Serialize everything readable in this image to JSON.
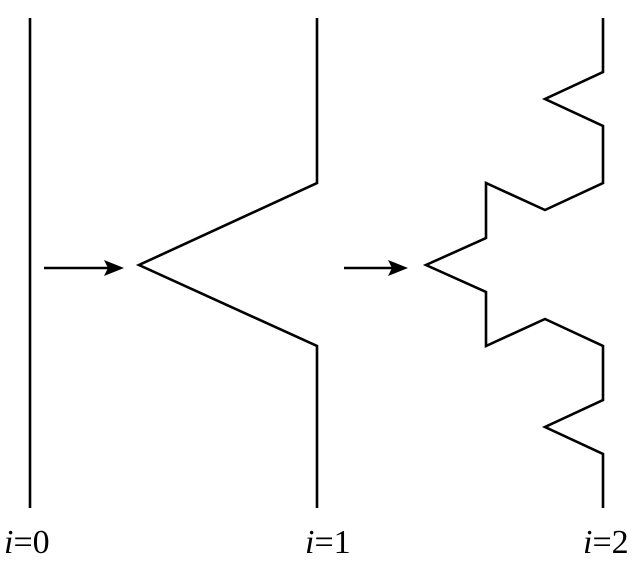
{
  "diagram": {
    "stages": [
      {
        "label_var": "i",
        "label_eq": "=0"
      },
      {
        "label_var": "i",
        "label_eq": "=1"
      },
      {
        "label_var": "i",
        "label_eq": "=2"
      }
    ],
    "arrow_count": 2,
    "colors": {
      "ink": "#000000",
      "background": "#ffffff"
    }
  }
}
